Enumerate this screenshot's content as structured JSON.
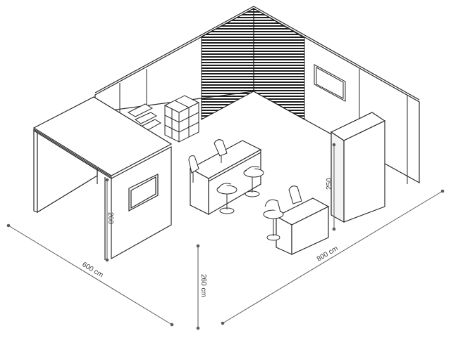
{
  "dimensions": {
    "width_label": "600 cm",
    "length_label": "800 cm",
    "height_label": "260 cm",
    "cabin_height_label": "260",
    "wall_height_label": "250"
  },
  "colors": {
    "line": "#2b2b2b",
    "dimension": "#5a5a5a",
    "slat": "#1e1e1e"
  }
}
